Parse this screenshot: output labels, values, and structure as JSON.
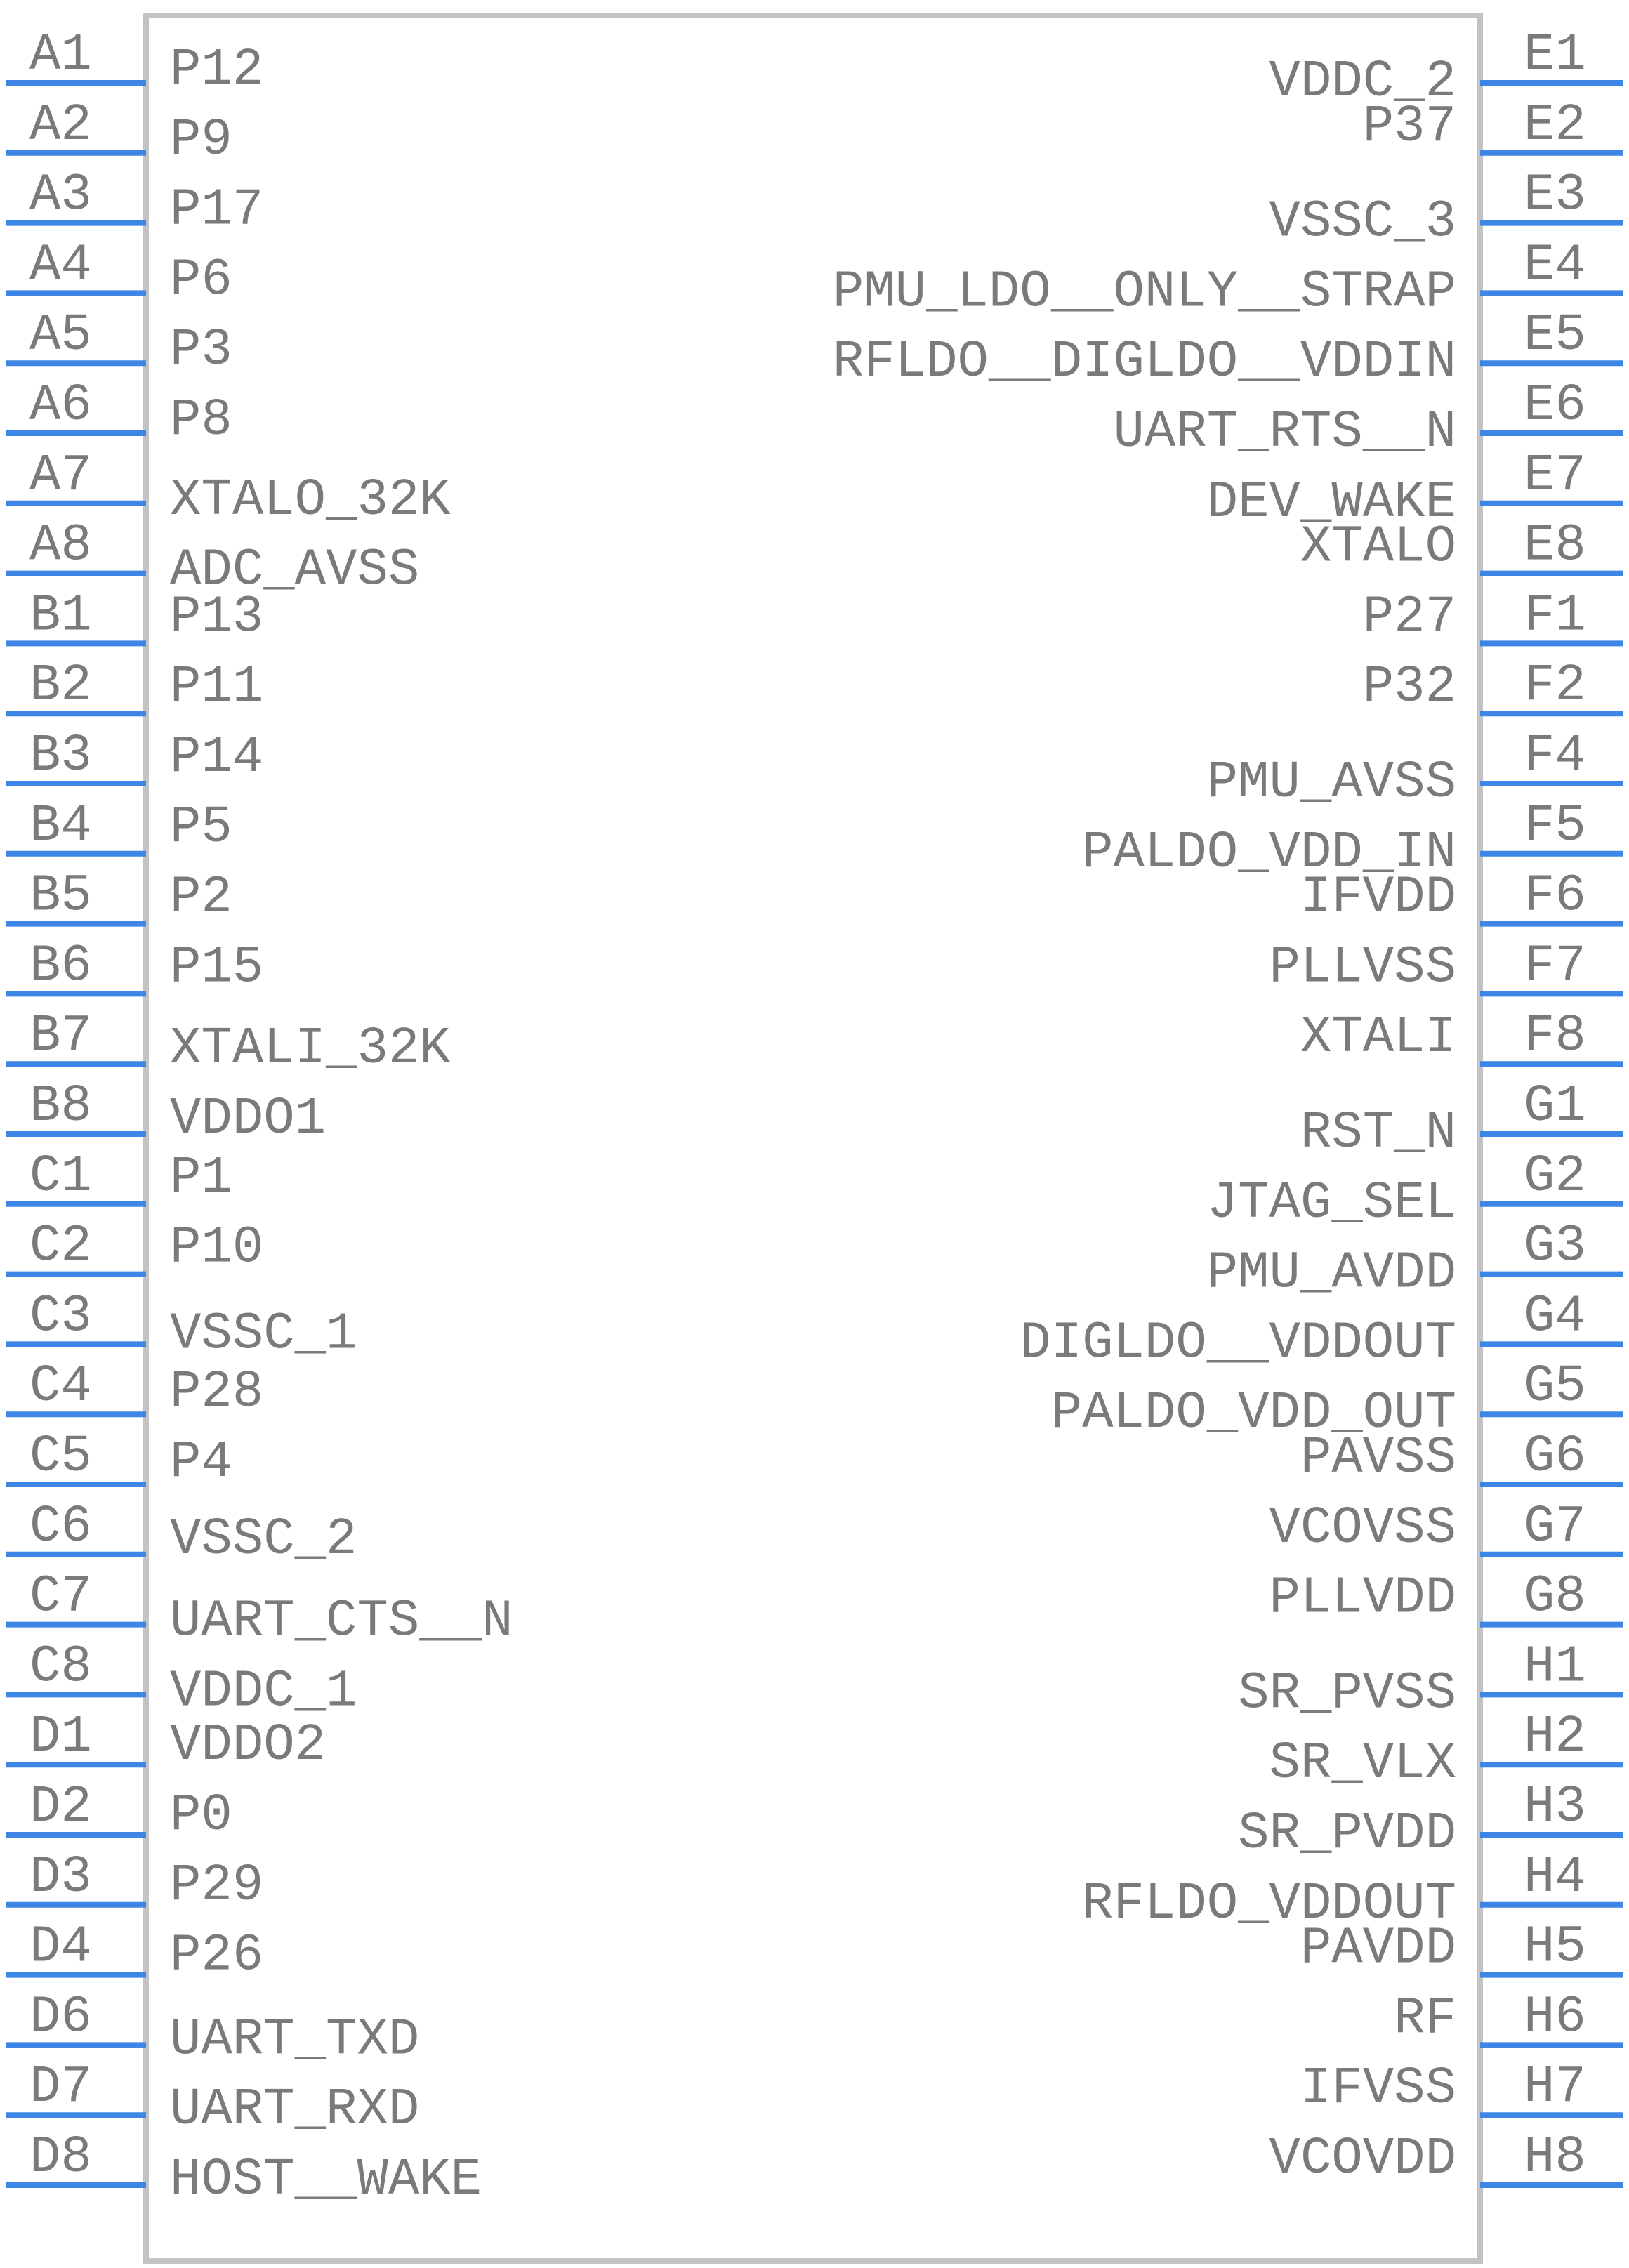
{
  "component": {
    "left_pins": [
      {
        "number": "A1",
        "name": "P12"
      },
      {
        "number": "A2",
        "name": "P9"
      },
      {
        "number": "A3",
        "name": "P17"
      },
      {
        "number": "A4",
        "name": "P6"
      },
      {
        "number": "A5",
        "name": "P3"
      },
      {
        "number": "A6",
        "name": "P8"
      },
      {
        "number": "A7",
        "name": "XTALO_32K"
      },
      {
        "number": "A8",
        "name": "ADC_AVSS"
      },
      {
        "number": "B1",
        "name": "P13"
      },
      {
        "number": "B2",
        "name": "P11"
      },
      {
        "number": "B3",
        "name": "P14"
      },
      {
        "number": "B4",
        "name": "P5"
      },
      {
        "number": "B5",
        "name": "P2"
      },
      {
        "number": "B6",
        "name": "P15"
      },
      {
        "number": "B7",
        "name": "XTALI_32K"
      },
      {
        "number": "B8",
        "name": "VDDO1"
      },
      {
        "number": "C1",
        "name": "P1"
      },
      {
        "number": "C2",
        "name": "P10"
      },
      {
        "number": "C3",
        "name": "VSSC_1"
      },
      {
        "number": "C4",
        "name": "P28"
      },
      {
        "number": "C5",
        "name": "P4"
      },
      {
        "number": "C6",
        "name": "VSSC_2"
      },
      {
        "number": "C7",
        "name": "UART_CTS__N"
      },
      {
        "number": "C8",
        "name": "VDDC_1"
      },
      {
        "number": "D1",
        "name": "VDDO2"
      },
      {
        "number": "D2",
        "name": "P0"
      },
      {
        "number": "D3",
        "name": "P29"
      },
      {
        "number": "D4",
        "name": "P26"
      },
      {
        "number": "D6",
        "name": "UART_TXD"
      },
      {
        "number": "D7",
        "name": "UART_RXD"
      },
      {
        "number": "D8",
        "name": "HOST__WAKE"
      }
    ],
    "right_pins": [
      {
        "number": "E1",
        "name": "VDDC_2"
      },
      {
        "number": "E2",
        "name": "P37"
      },
      {
        "number": "E3",
        "name": "VSSC_3"
      },
      {
        "number": "E4",
        "name": "PMU_LDO__ONLY__STRAP"
      },
      {
        "number": "E5",
        "name": "RFLDO__DIGLDO__VDDIN"
      },
      {
        "number": "E6",
        "name": "UART_RTS__N"
      },
      {
        "number": "E7",
        "name": "DEV_WAKE"
      },
      {
        "number": "E8",
        "name": "XTALO"
      },
      {
        "number": "F1",
        "name": "P27"
      },
      {
        "number": "F2",
        "name": "P32"
      },
      {
        "number": "F4",
        "name": "PMU_AVSS"
      },
      {
        "number": "F5",
        "name": "PALDO_VDD_IN"
      },
      {
        "number": "F6",
        "name": "IFVDD"
      },
      {
        "number": "F7",
        "name": "PLLVSS"
      },
      {
        "number": "F8",
        "name": "XTALI"
      },
      {
        "number": "G1",
        "name": "RST_N"
      },
      {
        "number": "G2",
        "name": "JTAG_SEL"
      },
      {
        "number": "G3",
        "name": "PMU_AVDD"
      },
      {
        "number": "G4",
        "name": "DIGLDO__VDDOUT"
      },
      {
        "number": "G5",
        "name": "PALDO_VDD_OUT"
      },
      {
        "number": "G6",
        "name": "PAVSS"
      },
      {
        "number": "G7",
        "name": "VCOVSS"
      },
      {
        "number": "G8",
        "name": "PLLVDD"
      },
      {
        "number": "H1",
        "name": "SR_PVSS"
      },
      {
        "number": "H2",
        "name": "SR_VLX"
      },
      {
        "number": "H3",
        "name": "SR_PVDD"
      },
      {
        "number": "H4",
        "name": "RFLDO_VDDOUT"
      },
      {
        "number": "H5",
        "name": "PAVDD"
      },
      {
        "number": "H6",
        "name": "RF"
      },
      {
        "number": "H7",
        "name": "IFVSS"
      },
      {
        "number": "H8",
        "name": "VCOVDD"
      }
    ]
  },
  "colors": {
    "pin": "#3d86e6",
    "text": "#7a7a7a",
    "body_outline": "#c3c3c3",
    "background": "#ffffff"
  }
}
